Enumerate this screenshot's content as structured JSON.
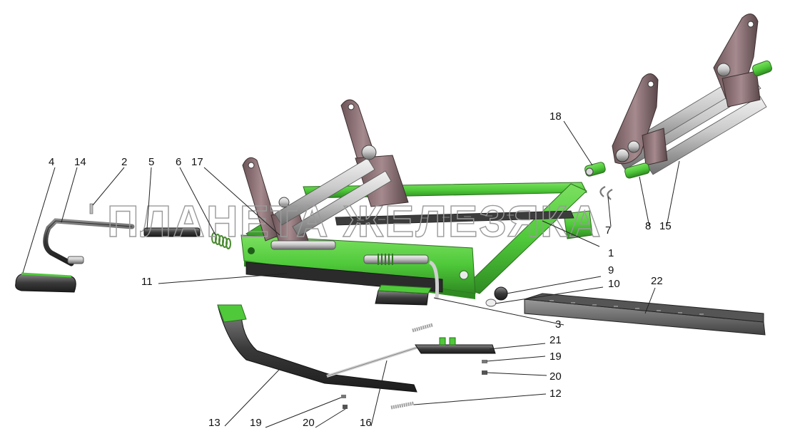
{
  "watermark": "ПЛАНЕТА ЖЕЛЕЗЯКА",
  "colors": {
    "frame_green": "#4fc93a",
    "frame_green_dark": "#2f8a22",
    "bracket": "#8a6e72",
    "bracket_dark": "#5a474a",
    "steel_light": "#d8d8d8",
    "steel_dark": "#3a3a3a",
    "rail": "#6b6b6b"
  },
  "callouts": {
    "c1": "1",
    "c2": "2",
    "c3": "3",
    "c4": "4",
    "c5": "5",
    "c6": "6",
    "c7": "7",
    "c8": "8",
    "c9": "9",
    "c10": "10",
    "c11": "11",
    "c12": "12",
    "c13": "13",
    "c14": "14",
    "c15": "15",
    "c16": "16",
    "c17": "17",
    "c18": "18",
    "c19a": "19",
    "c19b": "19",
    "c20a": "20",
    "c20b": "20",
    "c21": "21",
    "c22": "22"
  }
}
